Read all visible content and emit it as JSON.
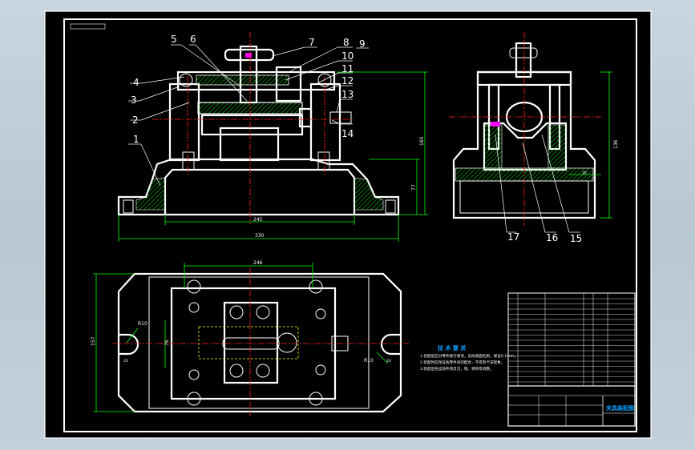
{
  "drawing": {
    "part_numbers": [
      "1",
      "2",
      "3",
      "4",
      "5",
      "6",
      "7",
      "8",
      "9",
      "10",
      "11",
      "12",
      "13",
      "14",
      "15",
      "16",
      "17"
    ],
    "dimensions": {
      "front_base_inner": "245",
      "front_base_total": "330",
      "front_height_total": "165",
      "front_height_lower": "77",
      "side_height": "136",
      "side_small": "30",
      "plan_width": "246",
      "plan_height": "157",
      "plan_inner": "76",
      "radius_left": "R10",
      "radius_right": "R10",
      "left_small": "20",
      "right_small": "20"
    },
    "tech_requirements": {
      "title": "技 术 要 求",
      "items": [
        "1.装配前应对零件进行清洗，去除表面毛刺，保证0.1mm。",
        "2.装配时应保证各零件间的配合，不得有卡滞现象。",
        "3.装配后各运动件须灵活，锁、转移等调整。"
      ]
    },
    "title_block": {
      "name": "夹具装配图"
    }
  },
  "colors": {
    "background": "#000000",
    "outline": "#ffffff",
    "dimension": "#00ff00",
    "centerline": "#ff2020",
    "hidden": "#ffff00",
    "tech_title": "#00a0ff",
    "hatch": "#00ff00"
  }
}
